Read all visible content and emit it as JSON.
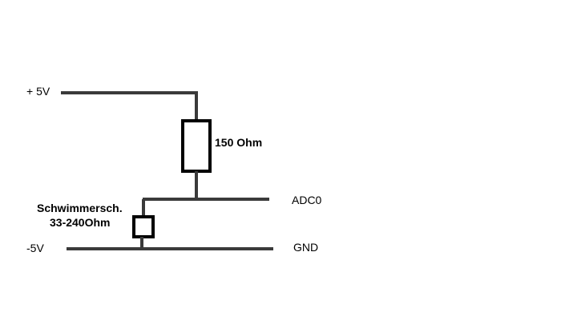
{
  "labels": {
    "supply_positive": "+ 5V",
    "resistor_value": "150 Ohm",
    "sensor_name": "Schwimmersch.",
    "sensor_range": "33-240Ohm",
    "adc_output": "ADC0",
    "supply_negative": "-5V",
    "ground": "GND"
  },
  "colors": {
    "wire": "#3a3a3a",
    "component": "#000000",
    "text": "#000000",
    "background": "#ffffff"
  }
}
